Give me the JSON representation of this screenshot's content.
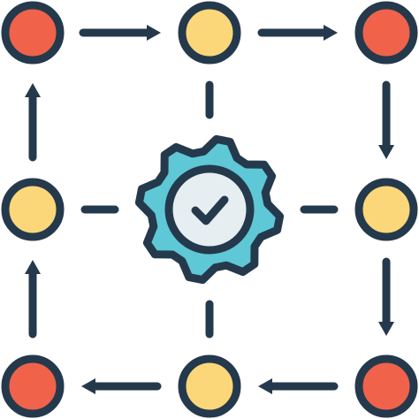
{
  "icon": {
    "name": "process-workflow-icon",
    "colors": {
      "outline": "#25394c",
      "red_node": "#f0624a",
      "yellow_node": "#fbd77a",
      "gear": "#5ec8d6",
      "gear_center": "#e6eef1",
      "background": "#ffffff"
    },
    "nodes": [
      {
        "name": "node-top-left",
        "color": "red_node"
      },
      {
        "name": "node-top-center",
        "color": "yellow_node"
      },
      {
        "name": "node-top-right",
        "color": "red_node"
      },
      {
        "name": "node-middle-left",
        "color": "yellow_node"
      },
      {
        "name": "node-middle-right",
        "color": "yellow_node"
      },
      {
        "name": "node-bottom-left",
        "color": "red_node"
      },
      {
        "name": "node-bottom-center",
        "color": "yellow_node"
      },
      {
        "name": "node-bottom-right",
        "color": "red_node"
      }
    ]
  }
}
